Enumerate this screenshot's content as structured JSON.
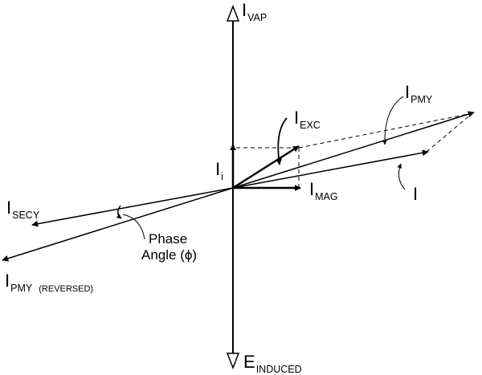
{
  "labels": {
    "i_vap": {
      "main": "I",
      "sub": "VAP"
    },
    "e_induced": {
      "main": "E",
      "sub": "INDUCED"
    },
    "i_pmy": {
      "main": "I",
      "sub": "PMY"
    },
    "i_exc": {
      "main": "I",
      "sub": "EXC"
    },
    "i_i": {
      "main": "I",
      "sub": "i"
    },
    "i_mag": {
      "main": "I",
      "sub": "MAG"
    },
    "i_load": {
      "main": "I"
    },
    "i_secy": {
      "main": "I",
      "sub": "SECY"
    },
    "i_pmy_reversed": {
      "main": "I",
      "sub": "PMY",
      "note": "(REVERSED)"
    },
    "phase_angle": {
      "line1": "Phase",
      "line2": "Angle (ϕ)"
    }
  }
}
